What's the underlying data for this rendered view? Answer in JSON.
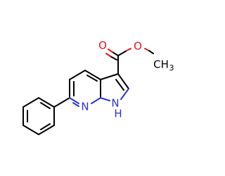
{
  "colors": {
    "background": "#ffffff",
    "bond": "#000000",
    "oxygen": "#e8141c",
    "nitrogen": "#3030d8"
  },
  "atoms": {
    "carbonyl_oxygen": "O",
    "ester_oxygen": "O",
    "methyl": "CH",
    "methyl_subscript": "3",
    "pyridine_nitrogen": "N",
    "pyrrole_nitrogen": "N",
    "pyrrole_hydrogen": "H"
  }
}
